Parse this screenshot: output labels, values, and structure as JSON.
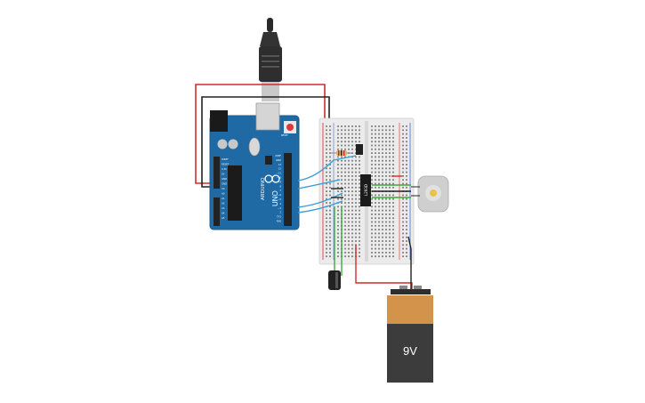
{
  "arduino": {
    "brand": "ARDUINO",
    "model": "UNO",
    "reset_label": "RESET",
    "power_labels": [
      "IOREF",
      "RESET",
      "3.3V",
      "5V",
      "GND",
      "GND",
      "Vin"
    ],
    "analog_labels": [
      "A0",
      "A1",
      "A2",
      "A3",
      "A4",
      "A5"
    ],
    "digital_labels": [
      "AREF",
      "GND",
      "13",
      "12",
      "~11",
      "~10",
      "~9",
      "8",
      "7",
      "~6",
      "~5",
      "4",
      "~3",
      "2",
      "TX1",
      "RX0"
    ],
    "pcb_color": "#1f6aa5"
  },
  "chip": {
    "label": "L293D"
  },
  "battery": {
    "voltage_label": "9V",
    "top_color": "#d4934b",
    "body_color": "#3c3c3c"
  },
  "wire_colors": {
    "red": "#d42a2a",
    "black": "#222222",
    "blue": "#3aa0d8",
    "green": "#3daa3d"
  }
}
